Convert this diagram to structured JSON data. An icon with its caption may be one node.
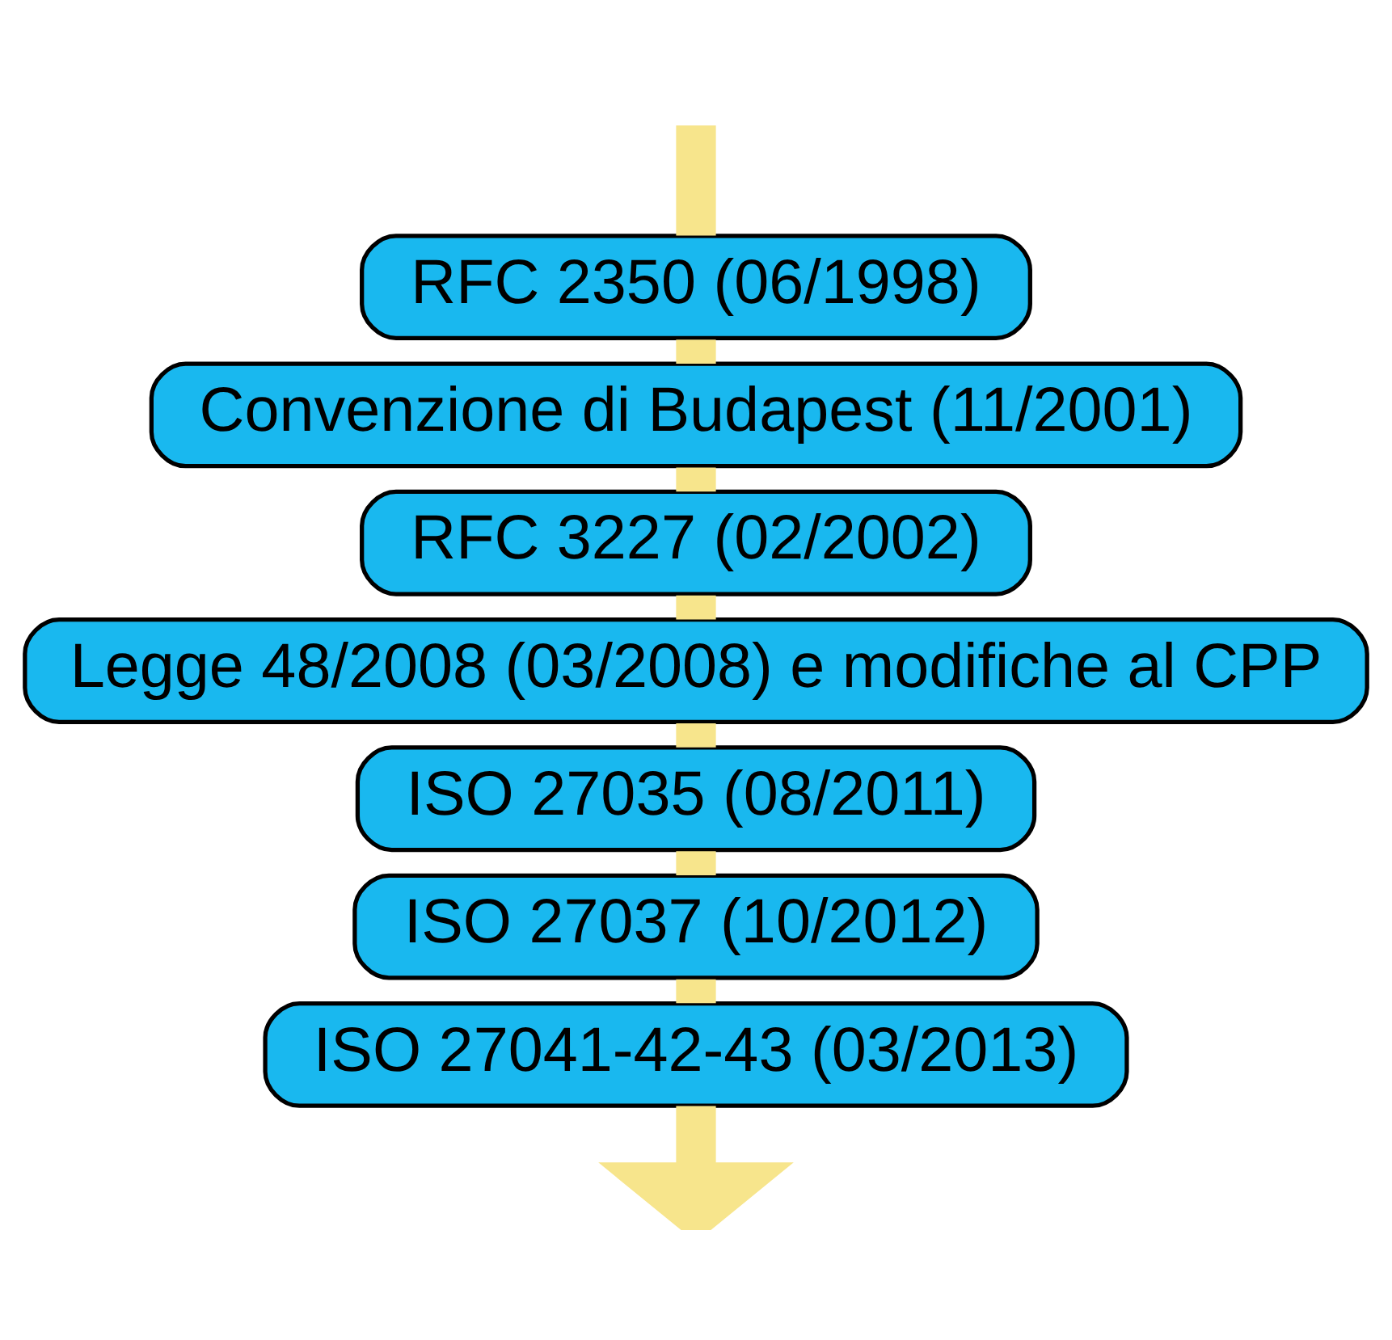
{
  "diagram": {
    "nodes": [
      {
        "text": [
          "RFC 2350 (06/1998)"
        ]
      },
      {
        "text": [
          "Convenzione di Budapest (11/2001)"
        ]
      },
      {
        "text": [
          "RFC 3227 (02/2002)"
        ]
      },
      {
        "text": [
          "Legge 48/2008 (03/2008) e modifiche al CPP"
        ]
      },
      {
        "text": [
          "ISO 27035 (08/2011)"
        ]
      },
      {
        "text": [
          "ISO 27037 (10/2012)"
        ]
      },
      {
        "text": [
          "ISO 27041-42-43 (03/2013)"
        ]
      }
    ],
    "edges": [
      {
        "from": null,
        "to": 0,
        "arrow": "none"
      },
      {
        "from": 0,
        "to": 1,
        "arrow": "none"
      },
      {
        "from": 1,
        "to": 2,
        "arrow": "none"
      },
      {
        "from": 2,
        "to": 3,
        "arrow": "none"
      },
      {
        "from": 3,
        "to": 4,
        "arrow": "none"
      },
      {
        "from": 4,
        "to": 5,
        "arrow": "none"
      },
      {
        "from": 5,
        "to": 6,
        "arrow": "none"
      },
      {
        "from": 6,
        "to": null,
        "arrow": "to"
      }
    ]
  }
}
